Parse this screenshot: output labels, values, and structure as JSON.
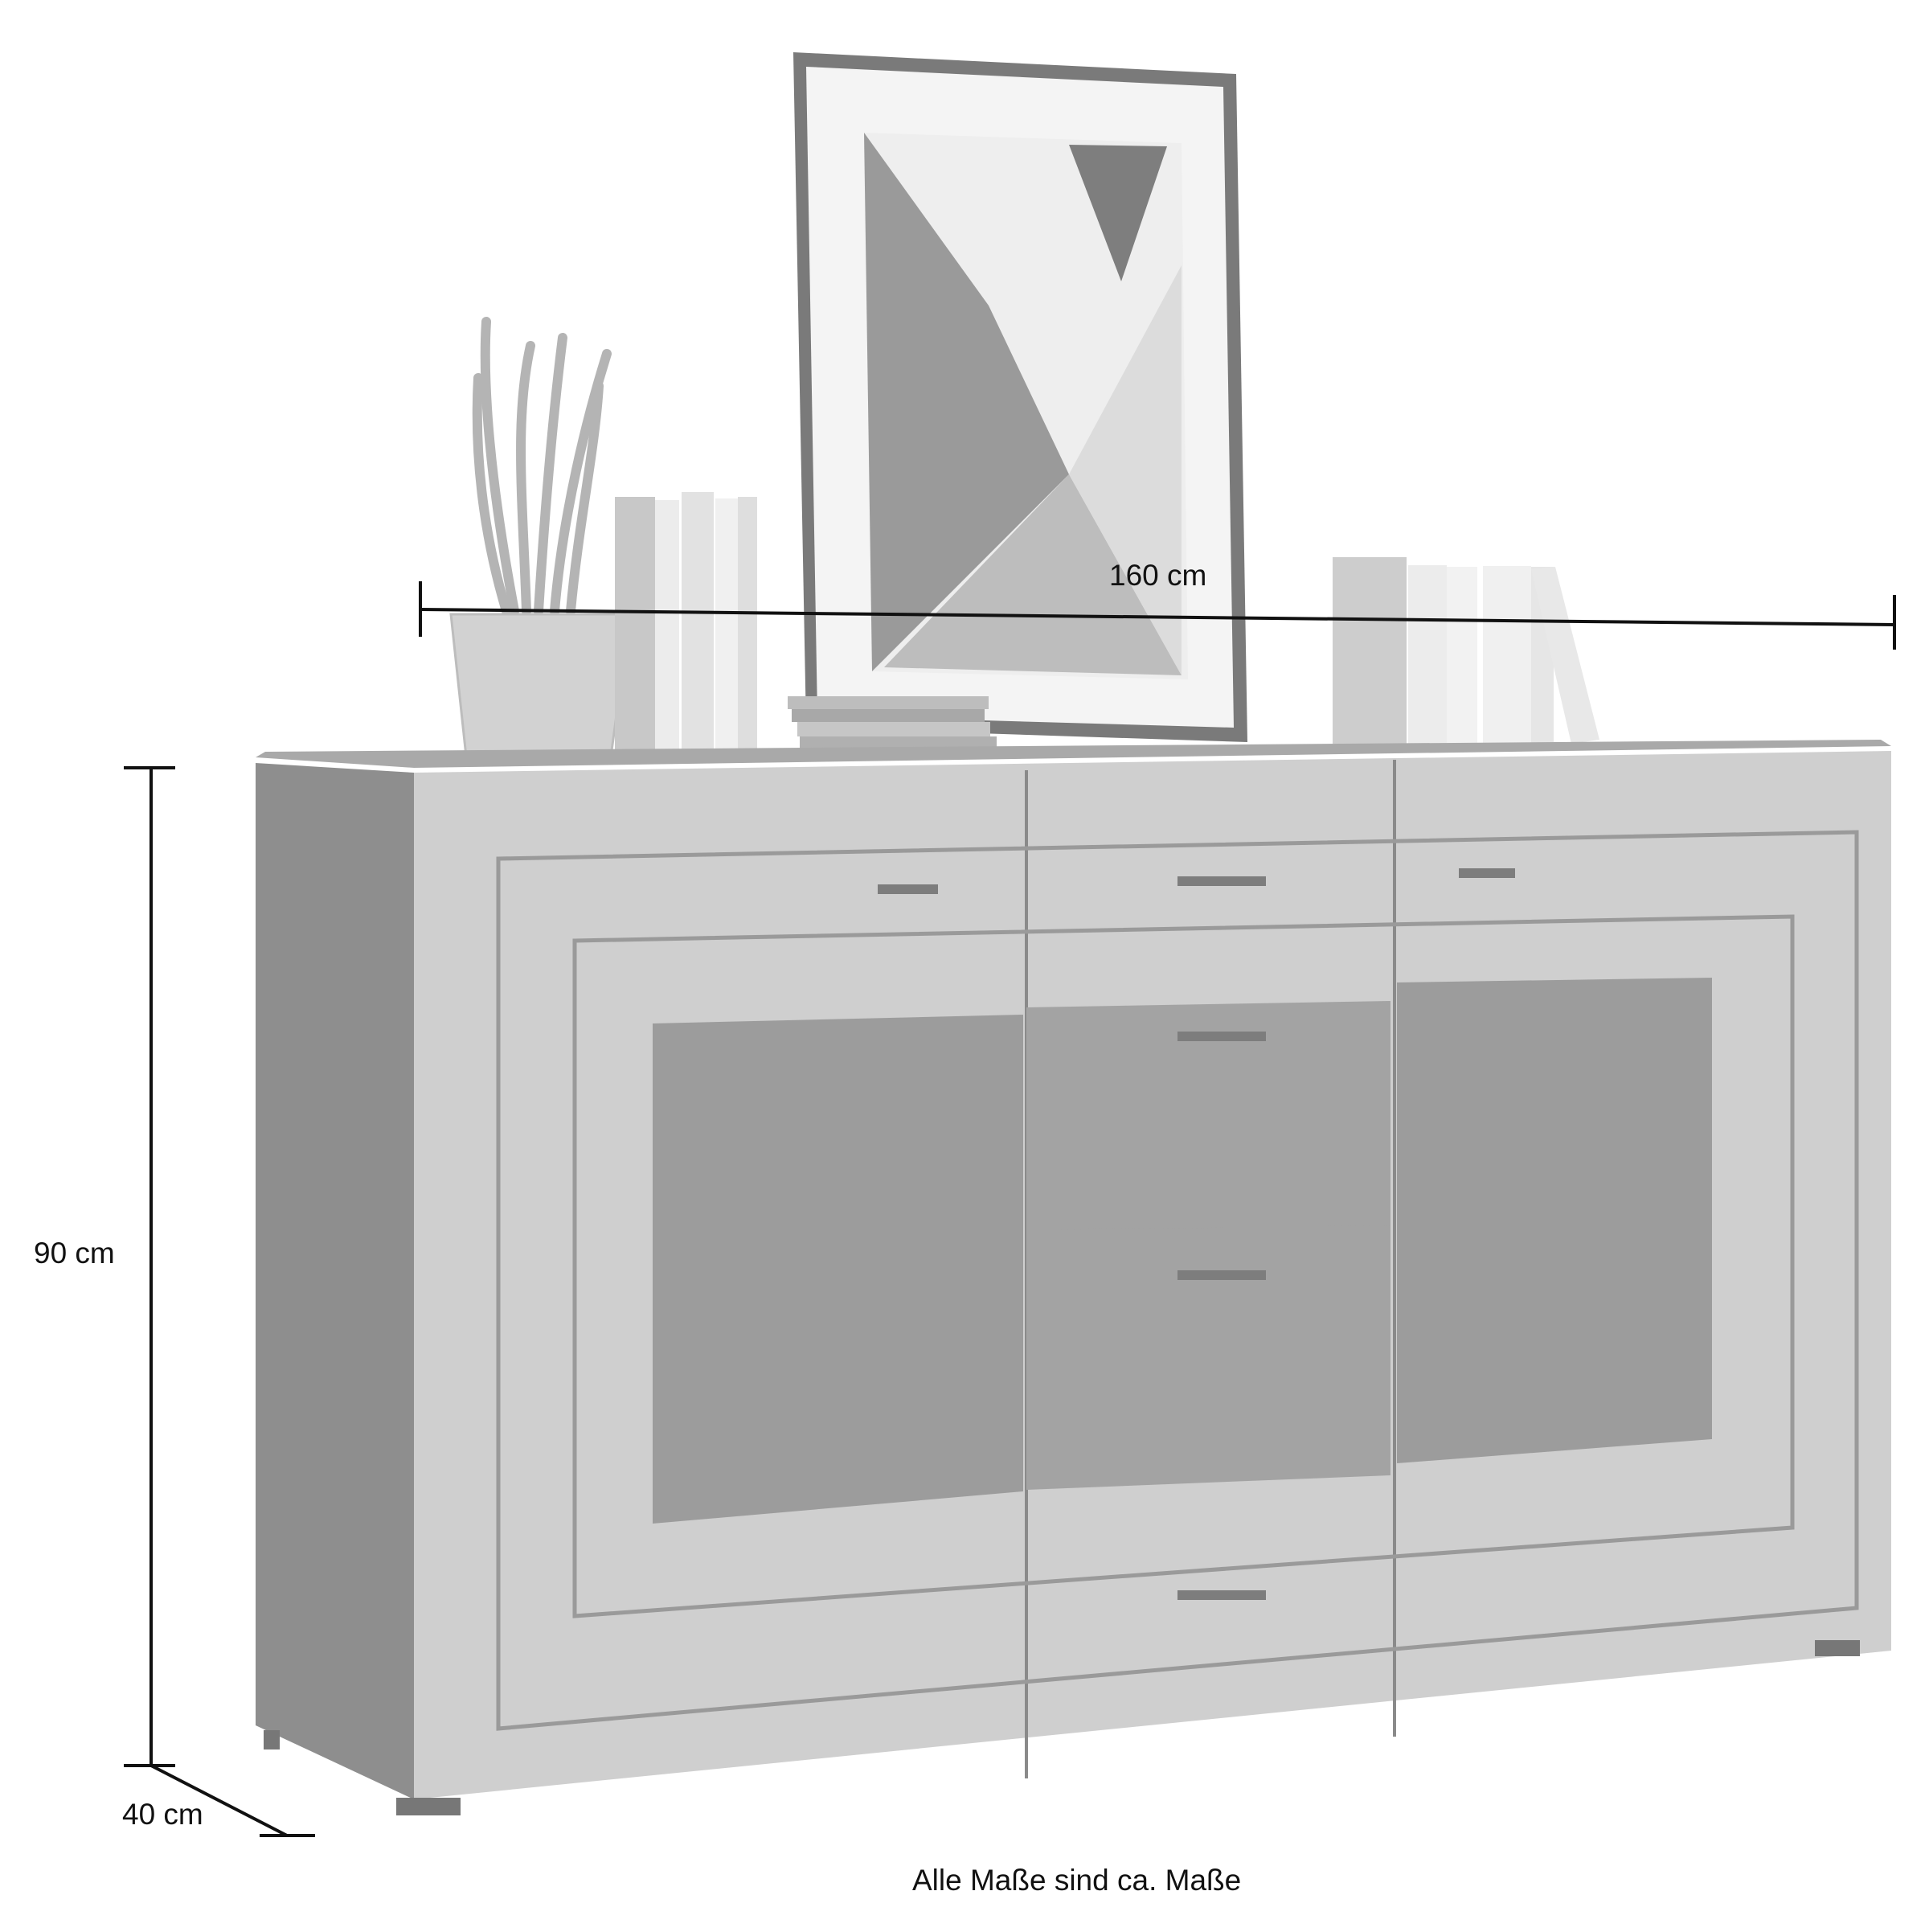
{
  "dimensions": {
    "width": "160 cm",
    "height": "90 cm",
    "depth": "40 cm"
  },
  "caption": "Alle Maße sind ca. Maße",
  "colors": {
    "wood": "#cfcfcf",
    "glass": "#9c9c9c",
    "carcass": "#8e8e8e",
    "line": "#111111"
  }
}
